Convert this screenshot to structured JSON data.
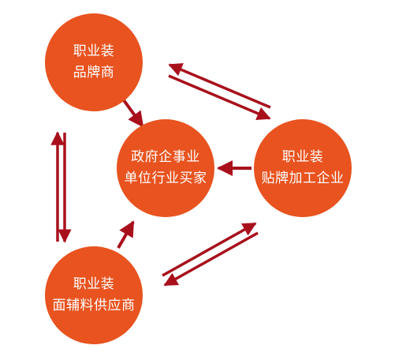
{
  "colors": {
    "node_fill": "#e8531f",
    "arrow": "#a8101c",
    "text": "#ffffff",
    "background": "#ffffff"
  },
  "nodes": {
    "brand": {
      "line1": "职业装",
      "line2": "品牌商"
    },
    "buyers": {
      "line1": "政府企事业",
      "line2": "单位行业买家"
    },
    "oem": {
      "line1": "职业装",
      "line2": "贴牌加工企业"
    },
    "supplier": {
      "line1": "职业装",
      "line2": "面辅料供应商"
    }
  }
}
